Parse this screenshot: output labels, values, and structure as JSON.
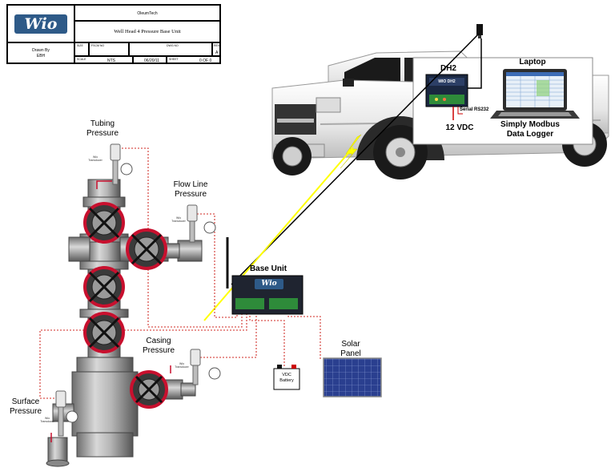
{
  "title_block": {
    "logo": "Wio",
    "company": "OleumTech",
    "drawing_title": "Well Head 4 Pressure Base Unit",
    "drawn_by_label": "Drawn By",
    "drawn_by": "EBH",
    "size_label": "SIZE",
    "fscm_label": "FSCM NO",
    "dwg_label": "DWG NO",
    "rev_label": "REV",
    "rev": "A",
    "scale_label": "SCALE",
    "scale": "NTS",
    "date": "06/20/11",
    "sheet_label": "SHEET",
    "sheet": "0 OF 0"
  },
  "labels": {
    "tubing_pressure": [
      "Tubing",
      "Pressure"
    ],
    "flow_line_pressure": [
      "Flow Line",
      "Pressure"
    ],
    "casing_pressure": [
      "Casing",
      "Pressure"
    ],
    "surface_pressure": [
      "Surface",
      "Pressure"
    ],
    "base_unit": "Base Unit",
    "solar_panel": [
      "Solar",
      "Panel"
    ],
    "battery": [
      "VDC",
      "Battery"
    ],
    "dh2": "DH2",
    "laptop": "Laptop",
    "serial": "Serial RS232",
    "vdc12": "12 VDC",
    "logger": [
      "Simply Modbus",
      "Data Logger"
    ],
    "transducer": [
      "Wio",
      "Transducer"
    ],
    "base_logo": "Wio",
    "dh2_screen": "WIO DH2"
  },
  "colors": {
    "prohibit_red": "#c8102e",
    "dotted_red": "#d9534f",
    "lightning_yellow": "#ffff00",
    "solar_blue": "#2a3f8f"
  }
}
